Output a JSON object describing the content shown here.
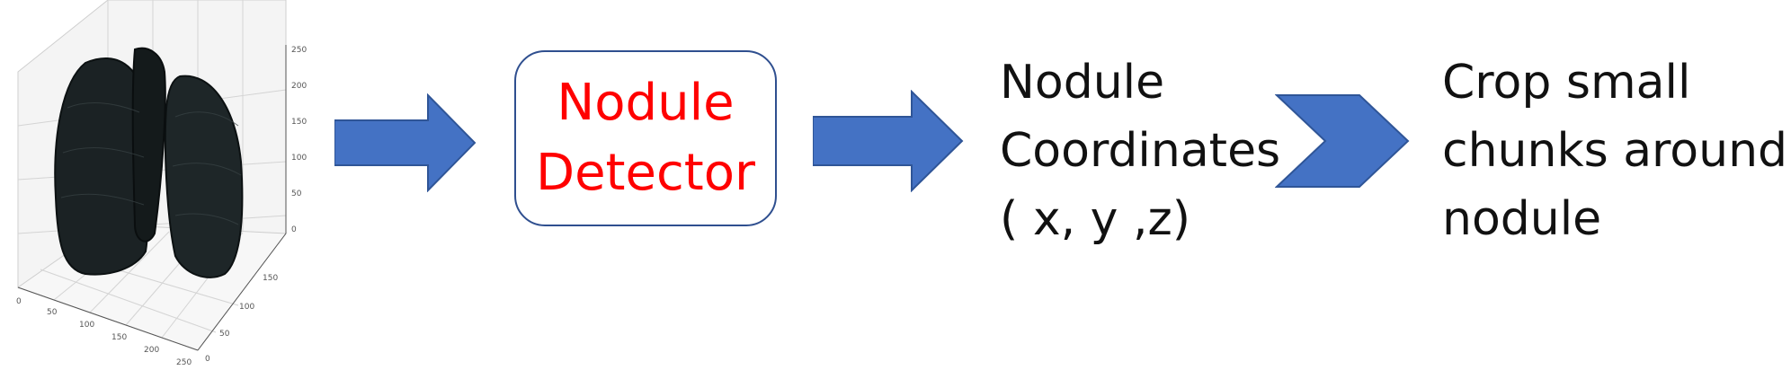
{
  "colors": {
    "arrow_fill": "#4472c4",
    "detector_text": "#ff0000",
    "detector_border": "#2f4f8f",
    "body_text": "#111111"
  },
  "plot": {
    "z_ticks": [
      "250",
      "200",
      "150",
      "100",
      "50",
      "0"
    ],
    "y_ticks": [
      "150",
      "100",
      "50",
      "0"
    ],
    "x_ticks": [
      "0",
      "50",
      "100",
      "150",
      "200",
      "250"
    ]
  },
  "detector": {
    "line1": "Nodule",
    "line2": "Detector"
  },
  "coordinates": {
    "line1": "Nodule",
    "line2": "Coordinates",
    "line3": "( x, y ,z)"
  },
  "crop": {
    "line1": "Crop small",
    "line2": "chunks around",
    "line3": "nodule"
  },
  "icons": {
    "arrow1": "right-block-arrow-icon",
    "arrow2": "right-block-arrow-icon",
    "chevron": "chevron-right-icon"
  }
}
